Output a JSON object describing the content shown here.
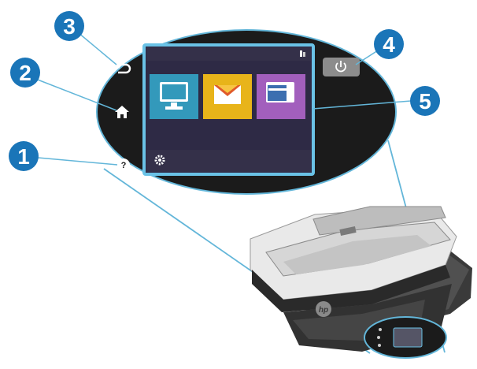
{
  "callouts": [
    {
      "number": "1",
      "target": "help-button"
    },
    {
      "number": "2",
      "target": "home-button"
    },
    {
      "number": "3",
      "target": "back-button"
    },
    {
      "number": "4",
      "target": "power-button"
    },
    {
      "number": "5",
      "target": "touchscreen"
    }
  ],
  "icons": {
    "back": "back-arrow-icon",
    "home": "home-icon",
    "help": "help-icon",
    "power": "power-icon",
    "settings": "gear-icon",
    "network": "network-icon"
  },
  "screen": {
    "title": "",
    "tiles": [
      {
        "icon": "computer-monitor-icon",
        "label": "",
        "color": "#3399bb"
      },
      {
        "icon": "envelope-icon",
        "label": "",
        "color": "#e8b41a"
      },
      {
        "icon": "folder-icon",
        "label": "",
        "color": "#a25fbd"
      }
    ]
  },
  "colors": {
    "callout": "#1a75b8",
    "leader_line": "#63b6d9",
    "panel": "#1b1b1b",
    "screen_border": "#6ac2e6",
    "screen_bg": "#2e2a45",
    "scanner_body": "#e9e9e9",
    "scanner_dark": "#3a3a3a"
  }
}
